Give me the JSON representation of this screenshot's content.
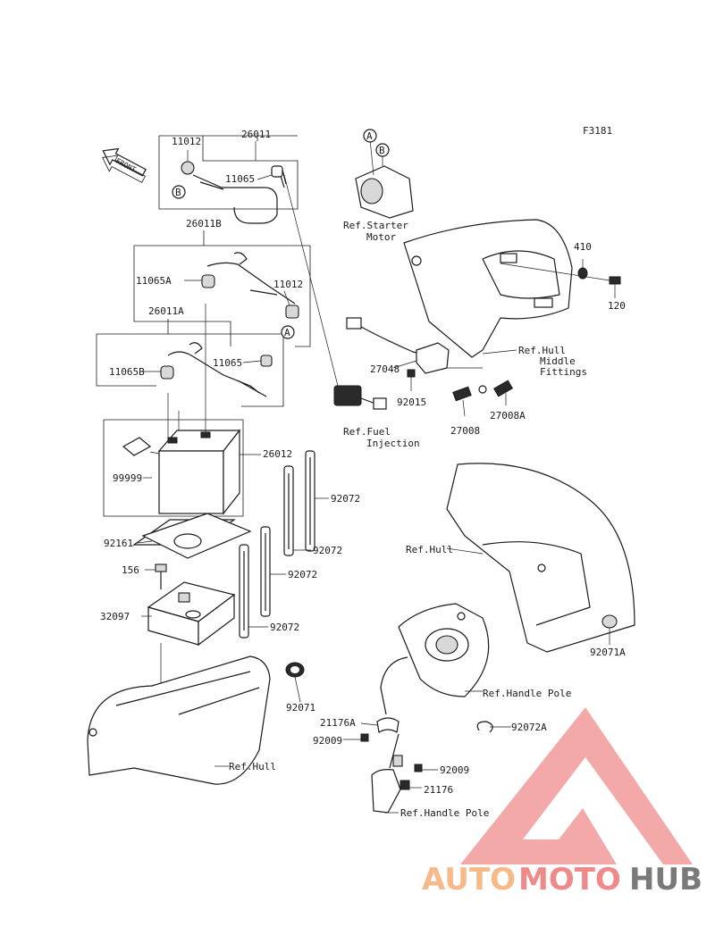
{
  "diagram_code": "F3181",
  "front_arrow_label": "FRONT",
  "callouts": {
    "a": "A",
    "b": "B"
  },
  "parts": [
    {
      "id": "11012_top",
      "text": "11012"
    },
    {
      "id": "26011",
      "text": "26011"
    },
    {
      "id": "11065_top",
      "text": "11065"
    },
    {
      "id": "26011B",
      "text": "26011B"
    },
    {
      "id": "11065A",
      "text": "11065A"
    },
    {
      "id": "11012_mid",
      "text": "11012"
    },
    {
      "id": "26011A",
      "text": "26011A"
    },
    {
      "id": "11065B",
      "text": "11065B"
    },
    {
      "id": "11065_mid",
      "text": "11065"
    },
    {
      "id": "26012",
      "text": "26012"
    },
    {
      "id": "99999",
      "text": "99999"
    },
    {
      "id": "92072_a",
      "text": "92072"
    },
    {
      "id": "92161",
      "text": "92161"
    },
    {
      "id": "92072_b",
      "text": "92072"
    },
    {
      "id": "156",
      "text": "156"
    },
    {
      "id": "92072_c",
      "text": "92072"
    },
    {
      "id": "32097",
      "text": "32097"
    },
    {
      "id": "92072_d",
      "text": "92072"
    },
    {
      "id": "92071",
      "text": "92071"
    },
    {
      "id": "410",
      "text": "410"
    },
    {
      "id": "120",
      "text": "120"
    },
    {
      "id": "27048",
      "text": "27048"
    },
    {
      "id": "92015",
      "text": "92015"
    },
    {
      "id": "27008",
      "text": "27008"
    },
    {
      "id": "27008A",
      "text": "27008A"
    },
    {
      "id": "92071A",
      "text": "92071A"
    },
    {
      "id": "21176A",
      "text": "21176A"
    },
    {
      "id": "92009_a",
      "text": "92009"
    },
    {
      "id": "92009_b",
      "text": "92009"
    },
    {
      "id": "21176",
      "text": "21176"
    },
    {
      "id": "92072A",
      "text": "92072A"
    }
  ],
  "references": {
    "starter_1": "Ref.Starter",
    "starter_2": "Motor",
    "hull_middle_1": "Ref.Hull",
    "hull_middle_2": "Middle",
    "hull_middle_3": "Fittings",
    "fuel_1": "Ref.Fuel",
    "fuel_2": "Injection",
    "hull_right": "Ref.Hull",
    "handle_pole_1": "Ref.Handle Pole",
    "hull_bottom": "Ref.Hull",
    "handle_pole_2": "Ref.Handle Pole"
  },
  "watermark": {
    "part1": "AUTO",
    "part2": "MOTO",
    "part3": "HUB",
    "colors": {
      "auto": "#f6b98a",
      "moto": "#f08a8a",
      "hub": "#7a7a7a",
      "triangle": "#f29a9a"
    }
  }
}
